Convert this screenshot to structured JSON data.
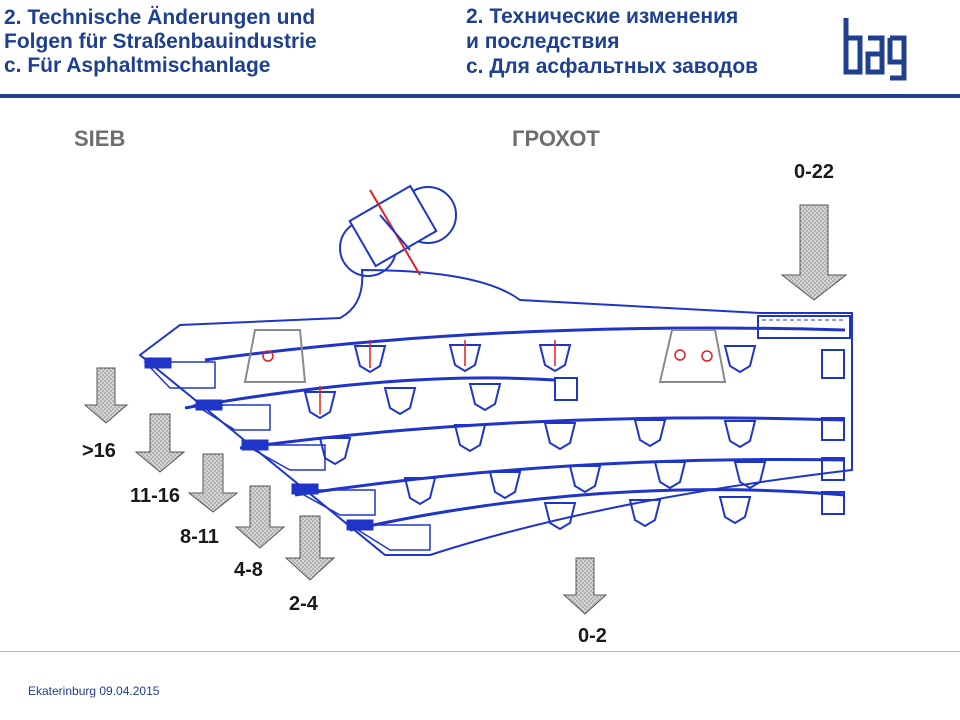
{
  "header": {
    "title_de": "2. Technische Änderungen und\nFolgen für Straßenbauindustrie\nc. Für Asphaltmischanlage",
    "title_ru": "2. Технические изменения\nи последствия\nс. Для асфальтных заводов",
    "logo_text": "bag"
  },
  "labels": {
    "sieb": "SIEB",
    "grohot": "ГРОХОТ"
  },
  "diagram": {
    "input_fraction": "0-22",
    "output_fractions": [
      ">16",
      "11-16",
      "8-11",
      "4-8",
      "2-4"
    ],
    "bottom_fraction": "0-2"
  },
  "footer": {
    "text": "Ekaterinburg 09.04.2015"
  },
  "colors": {
    "title": "#1f3f8f",
    "machine_line": "#1f35c8",
    "arrow_fill": "#c8c8c8",
    "accent_red": "#e02020"
  }
}
